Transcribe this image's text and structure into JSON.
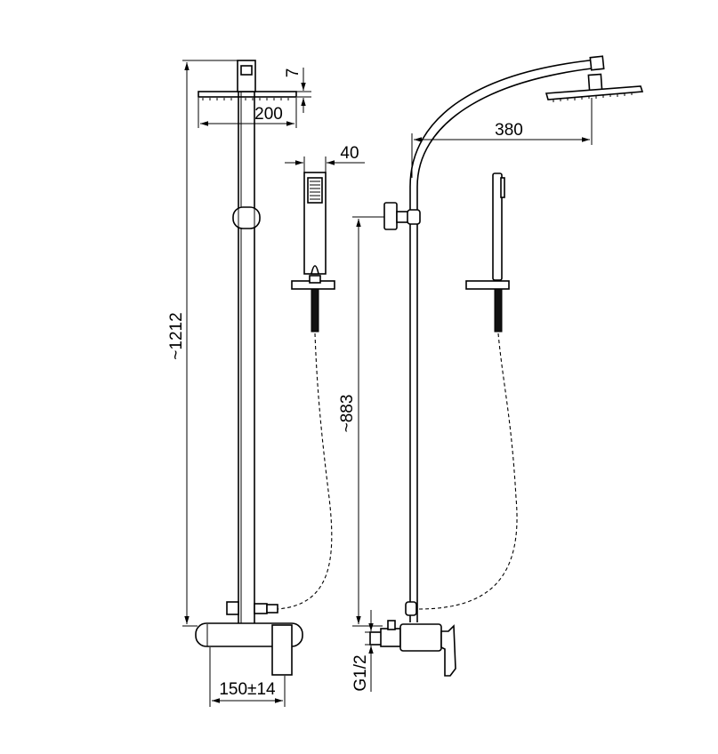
{
  "dimensions": {
    "overall_height": "~1212",
    "head_thickness": "7",
    "head_width": "200",
    "handshower_width": "40",
    "arm_reach": "380",
    "holder_height": "~883",
    "spacing": "150±14",
    "connection": "G1/2"
  }
}
